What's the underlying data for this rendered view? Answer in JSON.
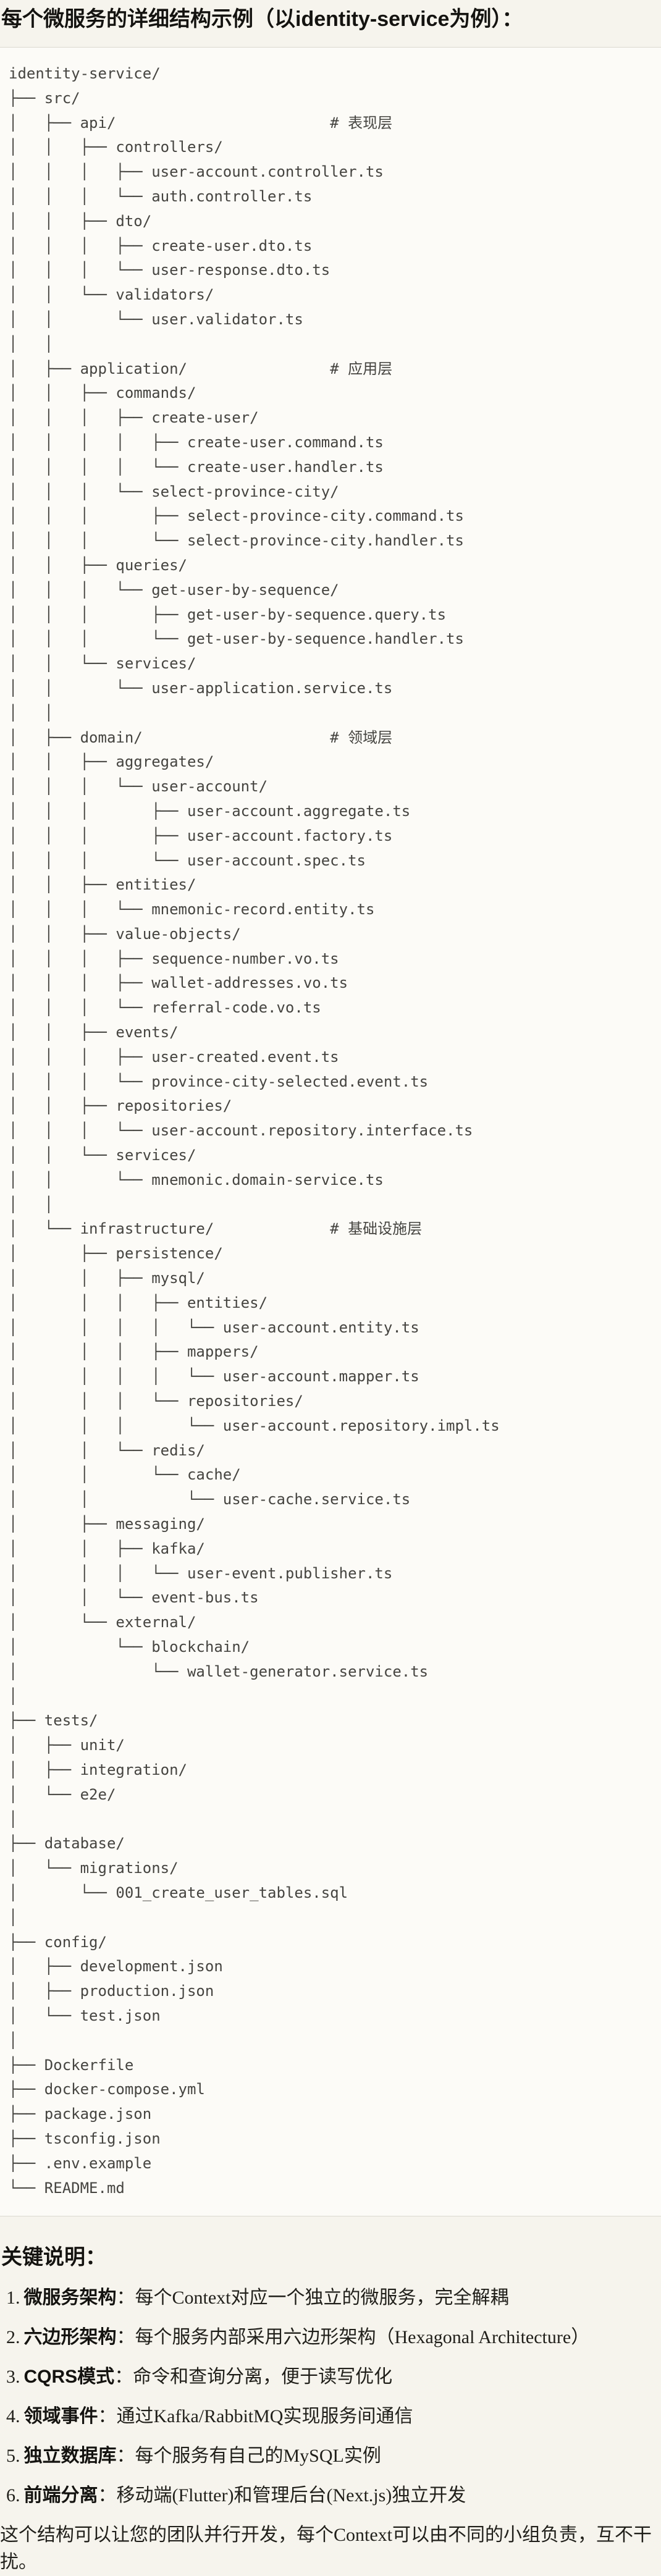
{
  "page": {
    "title": "每个微服务的详细结构示例（以identity-service为例）：",
    "notes_heading": "关键说明：",
    "closing": "这个结构可以让您的团队并行开发，每个Context可以由不同的小组负责，互不干扰。"
  },
  "colors": {
    "page_bg": "#F6F4ED",
    "code_bg": "#FCFBF7",
    "code_border": "#DBD9D0",
    "code_text": "#454440",
    "heading_text": "#141310",
    "body_text": "#201F1A"
  },
  "tree": {
    "lines": [
      "identity-service/",
      "├── src/",
      "│   ├── api/                        # 表现层",
      "│   │   ├── controllers/",
      "│   │   │   ├── user-account.controller.ts",
      "│   │   │   └── auth.controller.ts",
      "│   │   ├── dto/",
      "│   │   │   ├── create-user.dto.ts",
      "│   │   │   └── user-response.dto.ts",
      "│   │   └── validators/",
      "│   │       └── user.validator.ts",
      "│   │",
      "│   ├── application/                # 应用层",
      "│   │   ├── commands/",
      "│   │   │   ├── create-user/",
      "│   │   │   │   ├── create-user.command.ts",
      "│   │   │   │   └── create-user.handler.ts",
      "│   │   │   └── select-province-city/",
      "│   │   │       ├── select-province-city.command.ts",
      "│   │   │       └── select-province-city.handler.ts",
      "│   │   ├── queries/",
      "│   │   │   └── get-user-by-sequence/",
      "│   │   │       ├── get-user-by-sequence.query.ts",
      "│   │   │       └── get-user-by-sequence.handler.ts",
      "│   │   └── services/",
      "│   │       └── user-application.service.ts",
      "│   │",
      "│   ├── domain/                     # 领域层",
      "│   │   ├── aggregates/",
      "│   │   │   └── user-account/",
      "│   │   │       ├── user-account.aggregate.ts",
      "│   │   │       ├── user-account.factory.ts",
      "│   │   │       └── user-account.spec.ts",
      "│   │   ├── entities/",
      "│   │   │   └── mnemonic-record.entity.ts",
      "│   │   ├── value-objects/",
      "│   │   │   ├── sequence-number.vo.ts",
      "│   │   │   ├── wallet-addresses.vo.ts",
      "│   │   │   └── referral-code.vo.ts",
      "│   │   ├── events/",
      "│   │   │   ├── user-created.event.ts",
      "│   │   │   └── province-city-selected.event.ts",
      "│   │   ├── repositories/",
      "│   │   │   └── user-account.repository.interface.ts",
      "│   │   └── services/",
      "│   │       └── mnemonic.domain-service.ts",
      "│   │",
      "│   └── infrastructure/             # 基础设施层",
      "│       ├── persistence/",
      "│       │   ├── mysql/",
      "│       │   │   ├── entities/",
      "│       │   │   │   └── user-account.entity.ts",
      "│       │   │   ├── mappers/",
      "│       │   │   │   └── user-account.mapper.ts",
      "│       │   │   └── repositories/",
      "│       │   │       └── user-account.repository.impl.ts",
      "│       │   └── redis/",
      "│       │       └── cache/",
      "│       │           └── user-cache.service.ts",
      "│       ├── messaging/",
      "│       │   ├── kafka/",
      "│       │   │   └── user-event.publisher.ts",
      "│       │   └── event-bus.ts",
      "│       └── external/",
      "│           └── blockchain/",
      "│               └── wallet-generator.service.ts",
      "│",
      "├── tests/",
      "│   ├── unit/",
      "│   ├── integration/",
      "│   └── e2e/",
      "│",
      "├── database/",
      "│   └── migrations/",
      "│       └── 001_create_user_tables.sql",
      "│",
      "├── config/",
      "│   ├── development.json",
      "│   ├── production.json",
      "│   └── test.json",
      "│",
      "├── Dockerfile",
      "├── docker-compose.yml",
      "├── package.json",
      "├── tsconfig.json",
      "├── .env.example",
      "└── README.md"
    ]
  },
  "key_notes": [
    {
      "num": "1.",
      "term": "微服务架构",
      "desc": "：每个Context对应一个独立的微服务，完全解耦"
    },
    {
      "num": "2.",
      "term": "六边形架构",
      "desc": "：每个服务内部采用六边形架构（Hexagonal Architecture）"
    },
    {
      "num": "3.",
      "term": "CQRS模式",
      "desc": "：命令和查询分离，便于读写优化"
    },
    {
      "num": "4.",
      "term": "领域事件",
      "desc": "：通过Kafka/RabbitMQ实现服务间通信"
    },
    {
      "num": "5.",
      "term": "独立数据库",
      "desc": "：每个服务有自己的MySQL实例"
    },
    {
      "num": "6.",
      "term": "前端分离",
      "desc": "：移动端(Flutter)和管理后台(Next.js)独立开发"
    }
  ]
}
